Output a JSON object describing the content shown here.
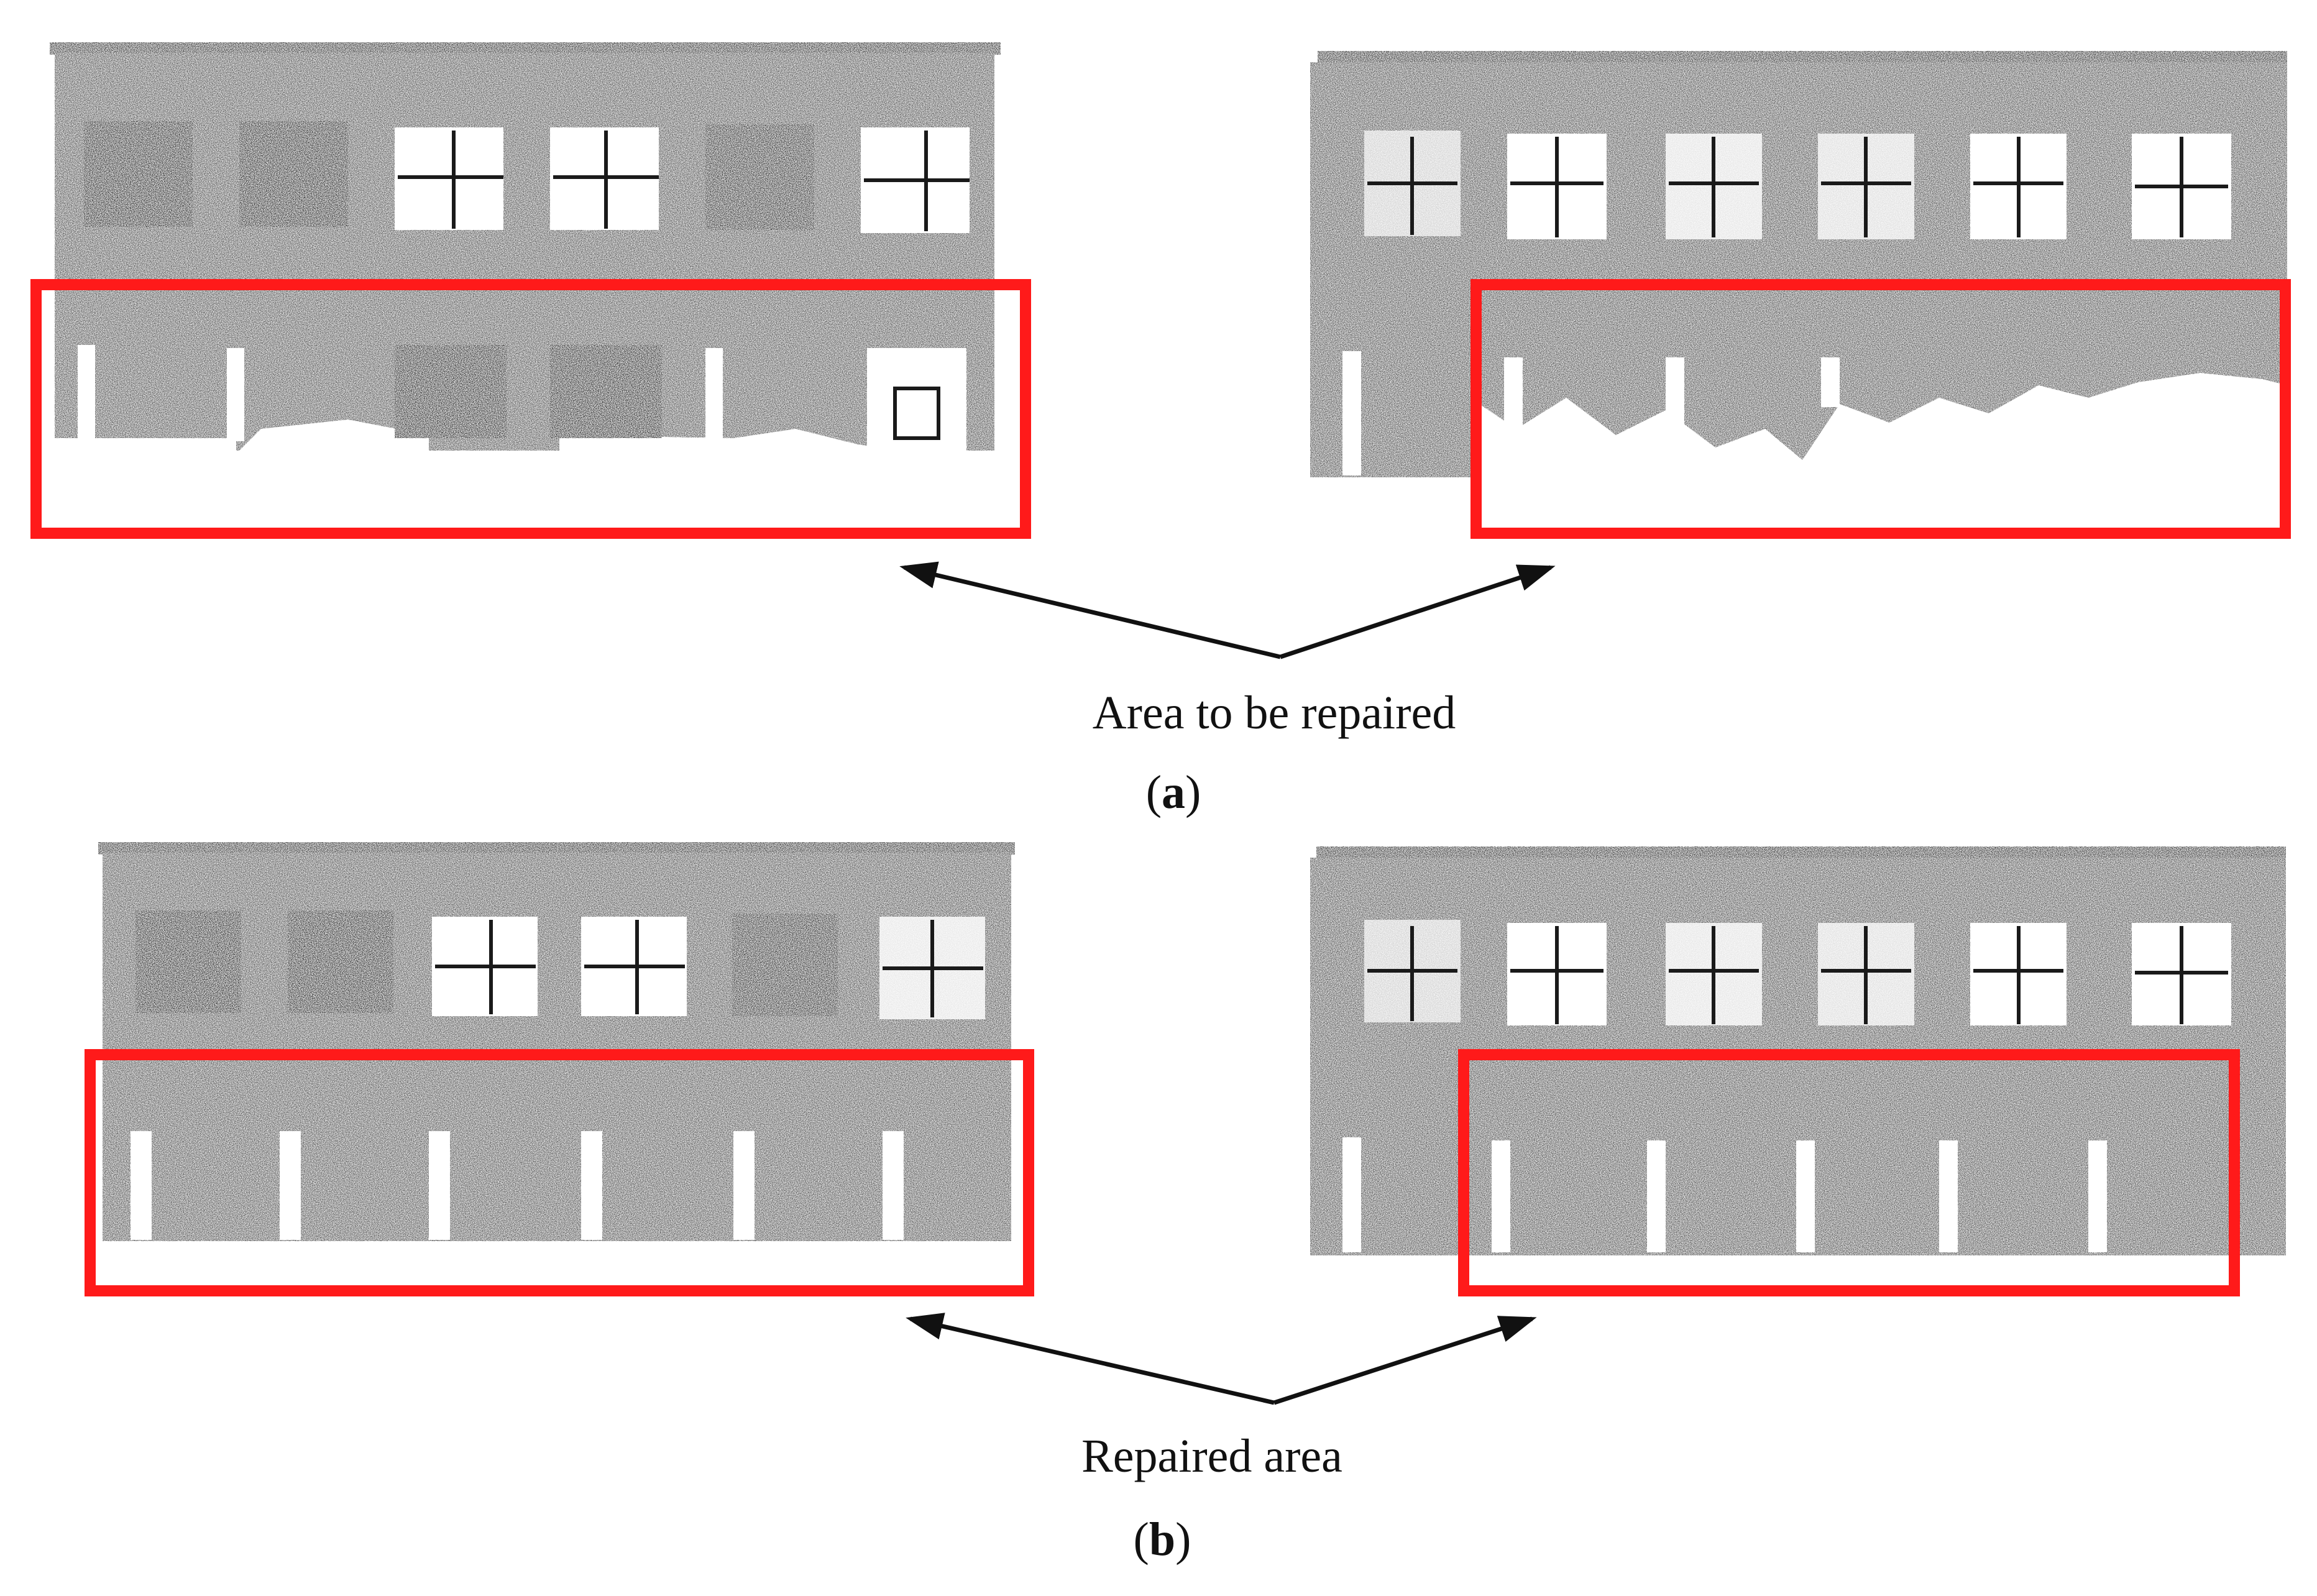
{
  "panels": [
    {
      "id": "a",
      "arrow_caption": "Area to be repaired",
      "panel_label_open": "(",
      "panel_label_letter": "a",
      "panel_label_close": ")"
    },
    {
      "id": "b",
      "arrow_caption": "Repaired area",
      "panel_label_open": "(",
      "panel_label_letter": "b",
      "panel_label_close": ")"
    }
  ],
  "colors": {
    "highlight_box": "#ff1a1a",
    "facade_fill": "#5b5b5b",
    "window_dark": "#2c2c2c",
    "window_light": "#ffffff",
    "arrow": "#111111"
  }
}
